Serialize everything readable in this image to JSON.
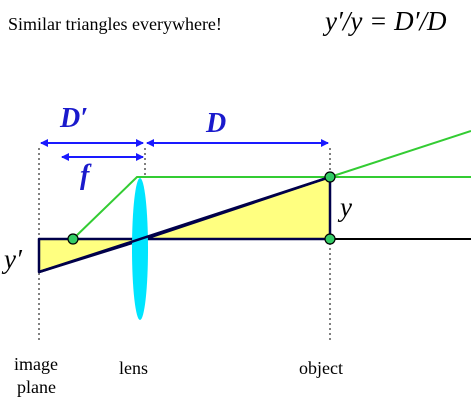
{
  "header": {
    "caption": "Similar triangles everywhere!",
    "formula": "y′/y = D′/D"
  },
  "labels": {
    "D_prime": "D′",
    "D": "D",
    "f": "f",
    "y": "y",
    "y_prime": "y′",
    "image_plane_line1": "image",
    "image_plane_line2": "plane",
    "lens": "lens",
    "object": "object"
  },
  "colors": {
    "triangle_fill": "#ffff80",
    "triangle_stroke": "#00004a",
    "ray_green": "#33cc33",
    "lens_cyan": "#00e5ff",
    "arrow_blue": "#1a1aff",
    "label_blue": "#1a1acc",
    "point_fill": "#33cc66"
  }
}
